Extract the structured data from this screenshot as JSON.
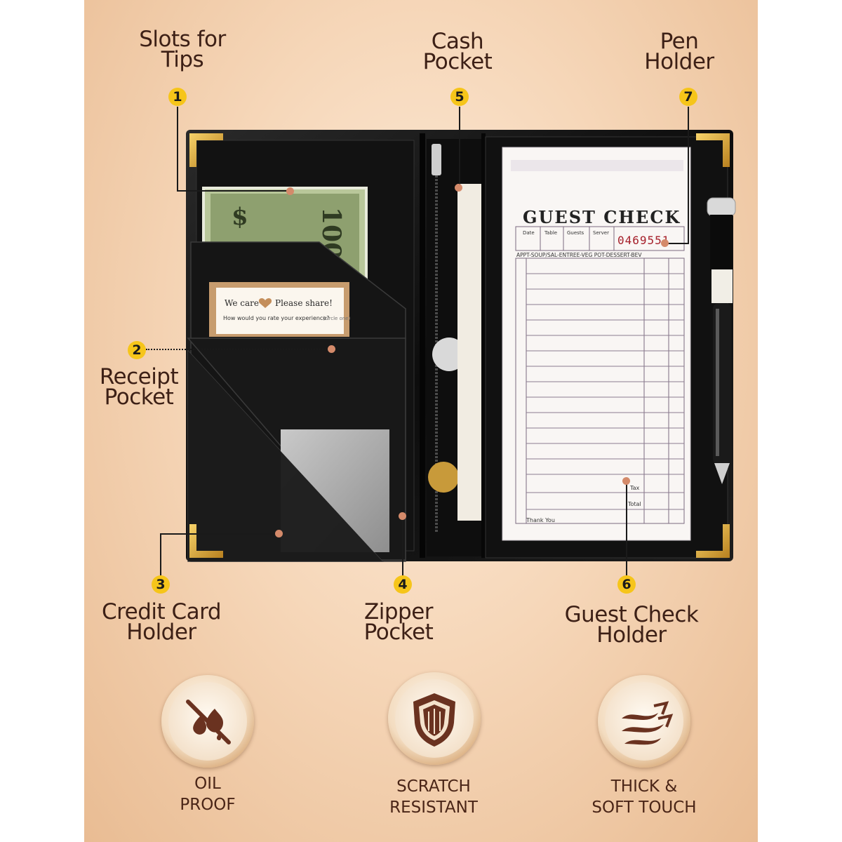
{
  "callouts": [
    {
      "number": "1",
      "label_line1": "Slots for",
      "label_line2": "Tips"
    },
    {
      "number": "2",
      "label_line1": "Receipt",
      "label_line2": "Pocket"
    },
    {
      "number": "3",
      "label_line1": "Credit Card",
      "label_line2": "Holder"
    },
    {
      "number": "4",
      "label_line1": "Zipper",
      "label_line2": "Pocket"
    },
    {
      "number": "5",
      "label_line1": "Cash",
      "label_line2": "Pocket"
    },
    {
      "number": "6",
      "label_line1": "Guest Check",
      "label_line2": "Holder"
    },
    {
      "number": "7",
      "label_line1": "Pen",
      "label_line2": "Holder"
    }
  ],
  "guest_check": {
    "title": "GUEST CHECK",
    "fields": [
      "Date",
      "Table",
      "Guests",
      "Server"
    ],
    "number": "0469551",
    "header_row": "APPT-SOUP/SAL-ENTREE-VEG POT-DESSERT-BEV",
    "tax_label": "Tax",
    "total_label": "Total",
    "footer": "Thank You"
  },
  "card": {
    "line1_a": "We care",
    "line1_b": "Please share!",
    "line2": "How would you rate your experience?",
    "line2_hint": "(circle one)"
  },
  "features": [
    {
      "icon": "oil-proof-icon",
      "line1": "OIL",
      "line2": "PROOF"
    },
    {
      "icon": "shield-icon",
      "line1": "SCRATCH",
      "line2": "RESISTANT"
    },
    {
      "icon": "soft-touch-icon",
      "line1": "THICK &",
      "line2": "SOFT TOUCH"
    }
  ],
  "colors": {
    "accent": "#f6c51a",
    "text": "#3d2016",
    "leather": "#111111",
    "gold_corner": "#d9a43a",
    "icon_brown": "#6a3220"
  }
}
